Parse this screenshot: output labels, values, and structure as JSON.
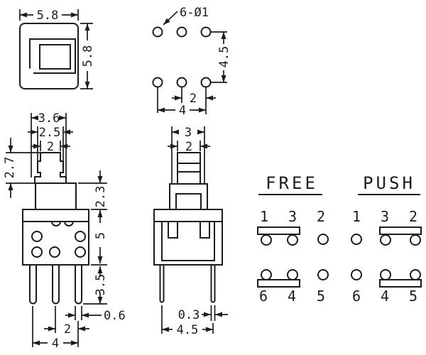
{
  "drawing_type": "push-button switch dimensional drawing",
  "colors": {
    "ink": "#1c1c1c",
    "paper": "#ffffff"
  },
  "top_view": {
    "width": "5.8",
    "height": "5.8"
  },
  "hole_pattern": {
    "label": "6-Ø1",
    "row_pitch": "4.5",
    "pitch": "2",
    "span": "4"
  },
  "front_view": {
    "cap_width": "3.6",
    "step_width": "2.5",
    "stem_width": "2",
    "stem_height": "2.7",
    "collar_height": "2.3",
    "body_height": "5",
    "pin_length": "3.5",
    "pin_width": "0.6",
    "pin_pitch": "2",
    "pin_span": "4"
  },
  "side_view": {
    "cap_width": "3",
    "stem_width": "2",
    "pin_thickness": "0.3",
    "pin_span": "4.5"
  },
  "states": {
    "free": {
      "title": "FREE",
      "top": [
        "1",
        "3",
        "2"
      ],
      "bottom": [
        "6",
        "4",
        "5"
      ],
      "top_bridge": [
        "1",
        "3"
      ],
      "bottom_bridge": [
        "6",
        "4"
      ]
    },
    "push": {
      "title": "PUSH",
      "top": [
        "1",
        "3",
        "2"
      ],
      "bottom": [
        "6",
        "4",
        "5"
      ],
      "top_bridge": [
        "3",
        "2"
      ],
      "bottom_bridge": [
        "4",
        "5"
      ]
    }
  }
}
